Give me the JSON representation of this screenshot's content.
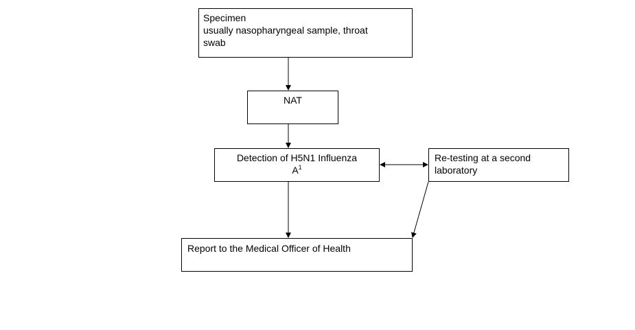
{
  "nodes": {
    "specimen": {
      "title": "Specimen",
      "line2": "usually nasopharyngeal sample, throat",
      "line3": "swab"
    },
    "nat": {
      "label": "NAT"
    },
    "detection": {
      "line1": "Detection of H5N1 Influenza",
      "line2": "A",
      "footnote_marker": "1"
    },
    "retesting": {
      "line1": "Re-testing at a second",
      "line2": "laboratory"
    },
    "report": {
      "label": "Report to the Medical Officer of Health"
    }
  },
  "edges": [
    {
      "from": "specimen",
      "to": "nat"
    },
    {
      "from": "nat",
      "to": "detection"
    },
    {
      "from": "detection",
      "to": "retesting",
      "bidirectional": true
    },
    {
      "from": "detection",
      "to": "report"
    },
    {
      "from": "retesting",
      "to": "report"
    }
  ]
}
